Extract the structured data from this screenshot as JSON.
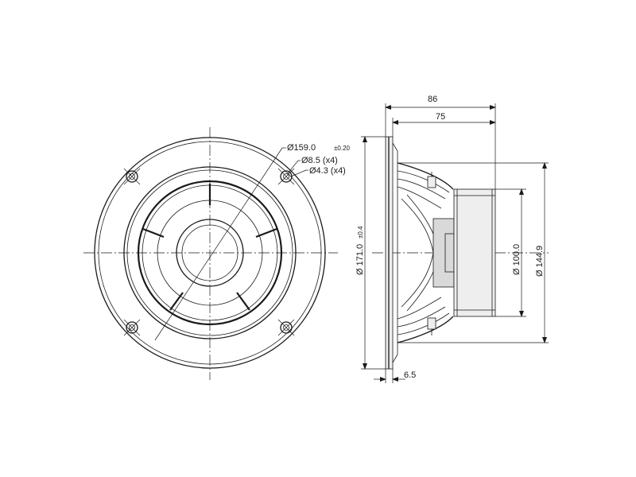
{
  "front_view": {
    "outer_diameter_label": "Ø159.0",
    "outer_diameter_tol": "±0.20",
    "hole_large_label": "Ø8.5 (x4)",
    "hole_small_label": "Ø4.3 (x4)"
  },
  "side_view": {
    "depth_total_label": "86",
    "depth_body_label": "75",
    "flange_thickness_label": "6.5",
    "flange_diameter_label": "Ø 171.0",
    "flange_diameter_tol": "±0.4",
    "magnet_diameter_label": "Ø 100.0",
    "frame_diameter_label": "Ø 144.9"
  }
}
